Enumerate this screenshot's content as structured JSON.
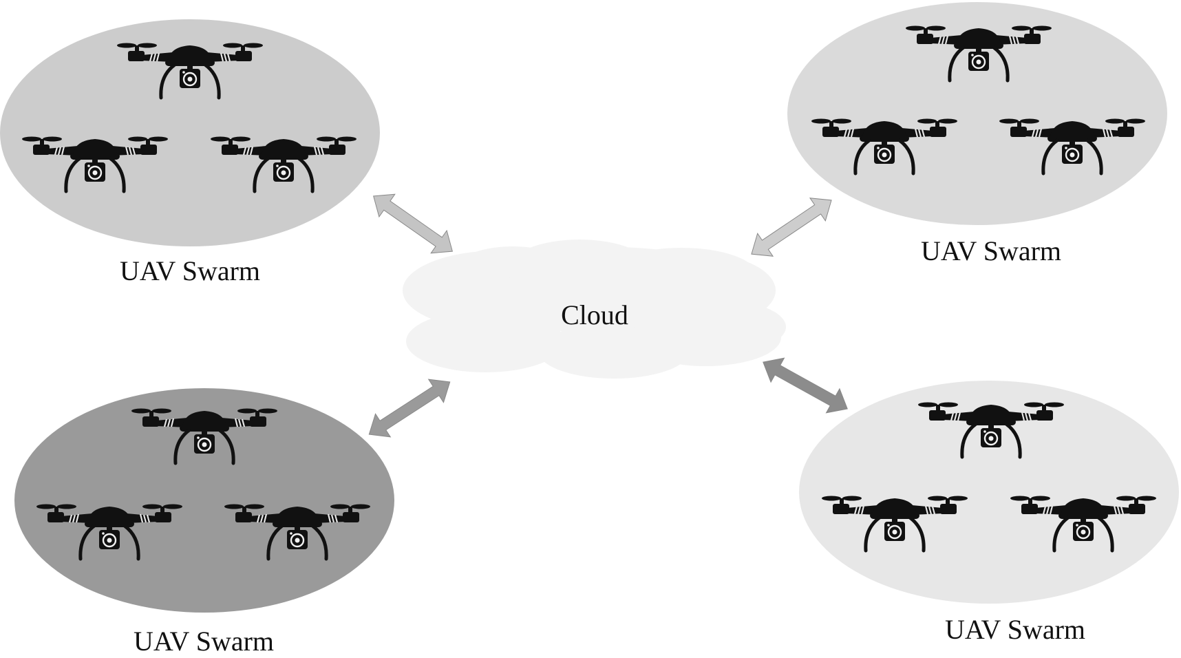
{
  "cloud": {
    "label": "Cloud",
    "fill": "#f3f3f3"
  },
  "swarms": [
    {
      "id": "top-left",
      "label": "UAV Swarm",
      "fill": "#cccccc",
      "drones": 3
    },
    {
      "id": "top-right",
      "label": "UAV Swarm",
      "fill": "#dadada",
      "drones": 3
    },
    {
      "id": "bottom-left",
      "label": "UAV Swarm",
      "fill": "#9a9a9a",
      "drones": 3
    },
    {
      "id": "bottom-right",
      "label": "UAV Swarm",
      "fill": "#e7e7e7",
      "drones": 3
    }
  ],
  "links": [
    {
      "from": "top-left",
      "to": "cloud",
      "color": "#c4c4c4",
      "direction": "bidirectional"
    },
    {
      "from": "top-right",
      "to": "cloud",
      "color": "#cdcdcd",
      "direction": "bidirectional"
    },
    {
      "from": "bottom-left",
      "to": "cloud",
      "color": "#9a9a9a",
      "direction": "bidirectional"
    },
    {
      "from": "bottom-right",
      "to": "cloud",
      "color": "#8c8c8c",
      "direction": "bidirectional"
    }
  ],
  "icons": {
    "uav": "drone-icon",
    "cloud": "cloud-icon",
    "link": "double-arrow-icon"
  }
}
